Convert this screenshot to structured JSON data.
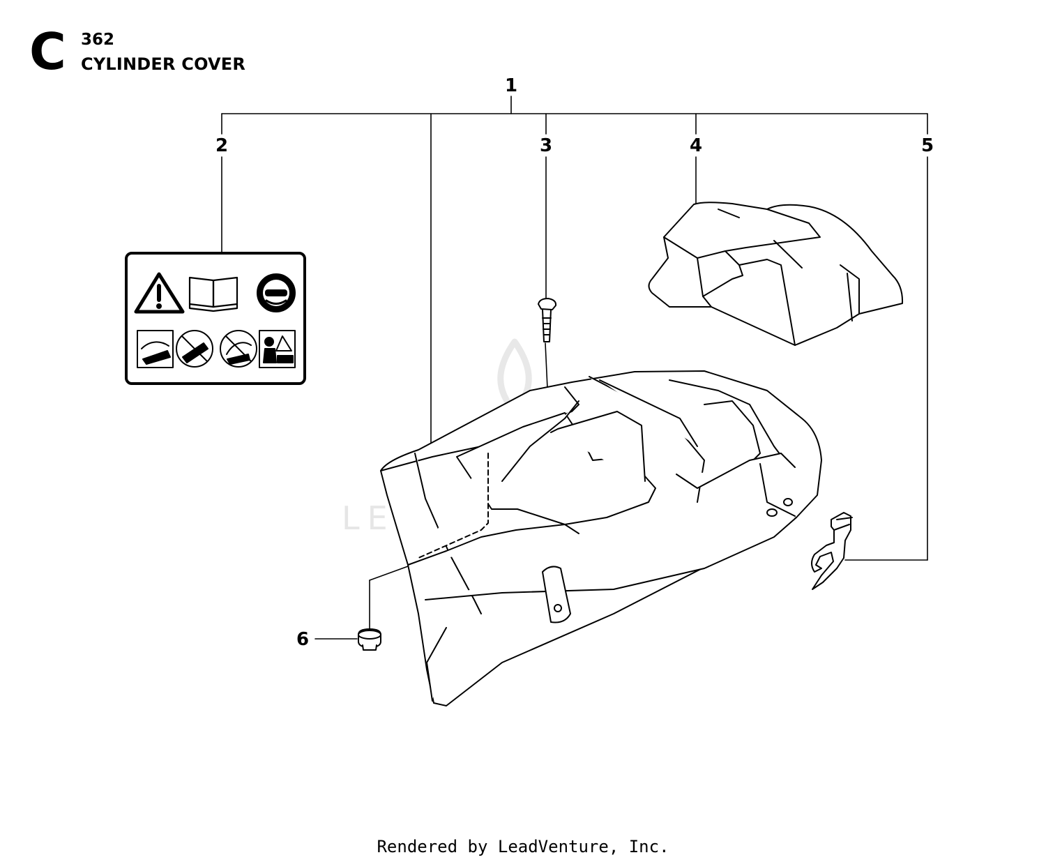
{
  "header": {
    "section_letter": "C",
    "model": "362",
    "title": "CYLINDER COVER"
  },
  "callouts": [
    "1",
    "2",
    "3",
    "4",
    "5",
    "6"
  ],
  "watermark": "LEADVENTURE",
  "footer": "Rendered by LeadVenture, Inc."
}
